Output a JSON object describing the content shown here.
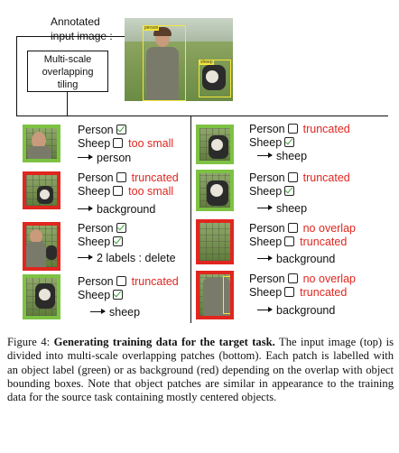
{
  "top": {
    "annotated_label_line1": "Annotated",
    "annotated_label_line2": "input image :",
    "tiling_line1": "Multi-scale",
    "tiling_line2": "overlapping",
    "tiling_line3": "tiling",
    "bbox_person_label": "person",
    "bbox_sheep_label": "sheep"
  },
  "left_column": [
    {
      "border": "green",
      "person": "Person",
      "person_checked": true,
      "sheep": "Sheep",
      "sheep_checked": false,
      "note1": "",
      "note2": "too small",
      "result": "person"
    },
    {
      "border": "red",
      "person": "Person",
      "person_checked": false,
      "sheep": "Sheep",
      "sheep_checked": false,
      "note1": "truncated",
      "note2": "too small",
      "result": "background"
    },
    {
      "border": "red",
      "person": "Person",
      "person_checked": true,
      "sheep": "Sheep",
      "sheep_checked": true,
      "note1": "",
      "note2": "",
      "result": "2 labels : delete"
    },
    {
      "border": "green",
      "person": "Person",
      "person_checked": false,
      "sheep": "Sheep",
      "sheep_checked": true,
      "note1": "truncated",
      "note2": "",
      "result": "sheep"
    }
  ],
  "right_column": [
    {
      "border": "green",
      "person": "Person",
      "person_checked": false,
      "sheep": "Sheep",
      "sheep_checked": true,
      "note1": "truncated",
      "note2": "",
      "result": "sheep"
    },
    {
      "border": "green",
      "person": "Person",
      "person_checked": false,
      "sheep": "Sheep",
      "sheep_checked": true,
      "note1": "truncated",
      "note2": "",
      "result": "sheep"
    },
    {
      "border": "red",
      "person": "Person",
      "person_checked": false,
      "sheep": "Sheep",
      "sheep_checked": false,
      "note1": "no overlap",
      "note2": "truncated",
      "result": "background"
    },
    {
      "border": "red",
      "person": "Person",
      "person_checked": false,
      "sheep": "Sheep",
      "sheep_checked": false,
      "note1": "no overlap",
      "note2": "truncated",
      "result": "background"
    }
  ],
  "caption": {
    "prefix": "Figure 4: ",
    "title": "Generating training data for the target task.",
    "body": " The input image (top) is divided into multi-scale overlapping patches (bottom). Each patch is labelled with an object label (green) or as background (red) depending on the overlap with object bounding boxes. Note that object patches are similar in appearance to the training data for the source task containing mostly centered objects."
  },
  "colors": {
    "green": "#7dc243",
    "red": "#e0261f",
    "bbox": "#f5e63a"
  }
}
